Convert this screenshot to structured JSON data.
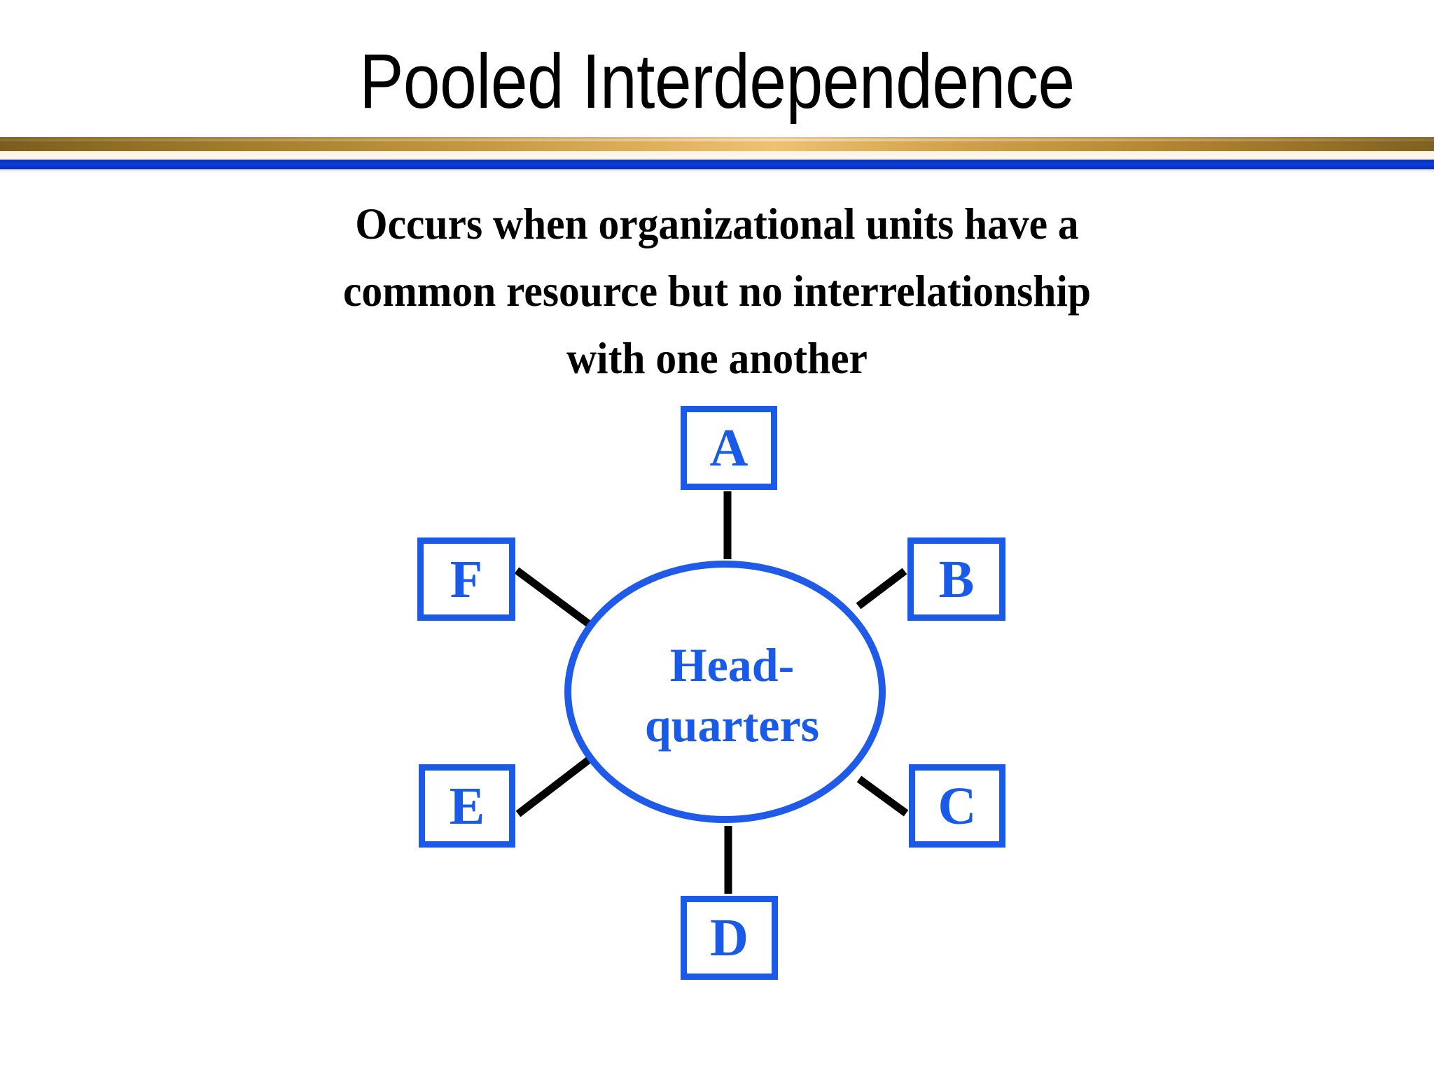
{
  "slide": {
    "title": "Pooled Interdependence",
    "background_color": "#ffffff",
    "accent_gold": "#c69a44",
    "accent_blue": "#0b3fe2",
    "node_blue": "#1a5ae8",
    "connector_color": "#000000"
  },
  "subtitle": {
    "line1": "Occurs when organizational units have a",
    "line2": "common resource but no interrelationship",
    "line3": "with one another"
  },
  "diagram": {
    "type": "hub-and-spoke",
    "center": {
      "label_line1": "Head-",
      "label_line2": "quarters",
      "shape": "ellipse"
    },
    "nodes": [
      {
        "label": "A",
        "position": "top"
      },
      {
        "label": "B",
        "position": "upper-right"
      },
      {
        "label": "C",
        "position": "lower-right"
      },
      {
        "label": "D",
        "position": "bottom"
      },
      {
        "label": "E",
        "position": "lower-left"
      },
      {
        "label": "F",
        "position": "upper-left"
      }
    ],
    "connectors": [
      {
        "from": "Headquarters",
        "to": "A"
      },
      {
        "from": "Headquarters",
        "to": "B"
      },
      {
        "from": "Headquarters",
        "to": "C"
      },
      {
        "from": "Headquarters",
        "to": "D"
      },
      {
        "from": "Headquarters",
        "to": "E"
      },
      {
        "from": "Headquarters",
        "to": "F"
      }
    ]
  }
}
